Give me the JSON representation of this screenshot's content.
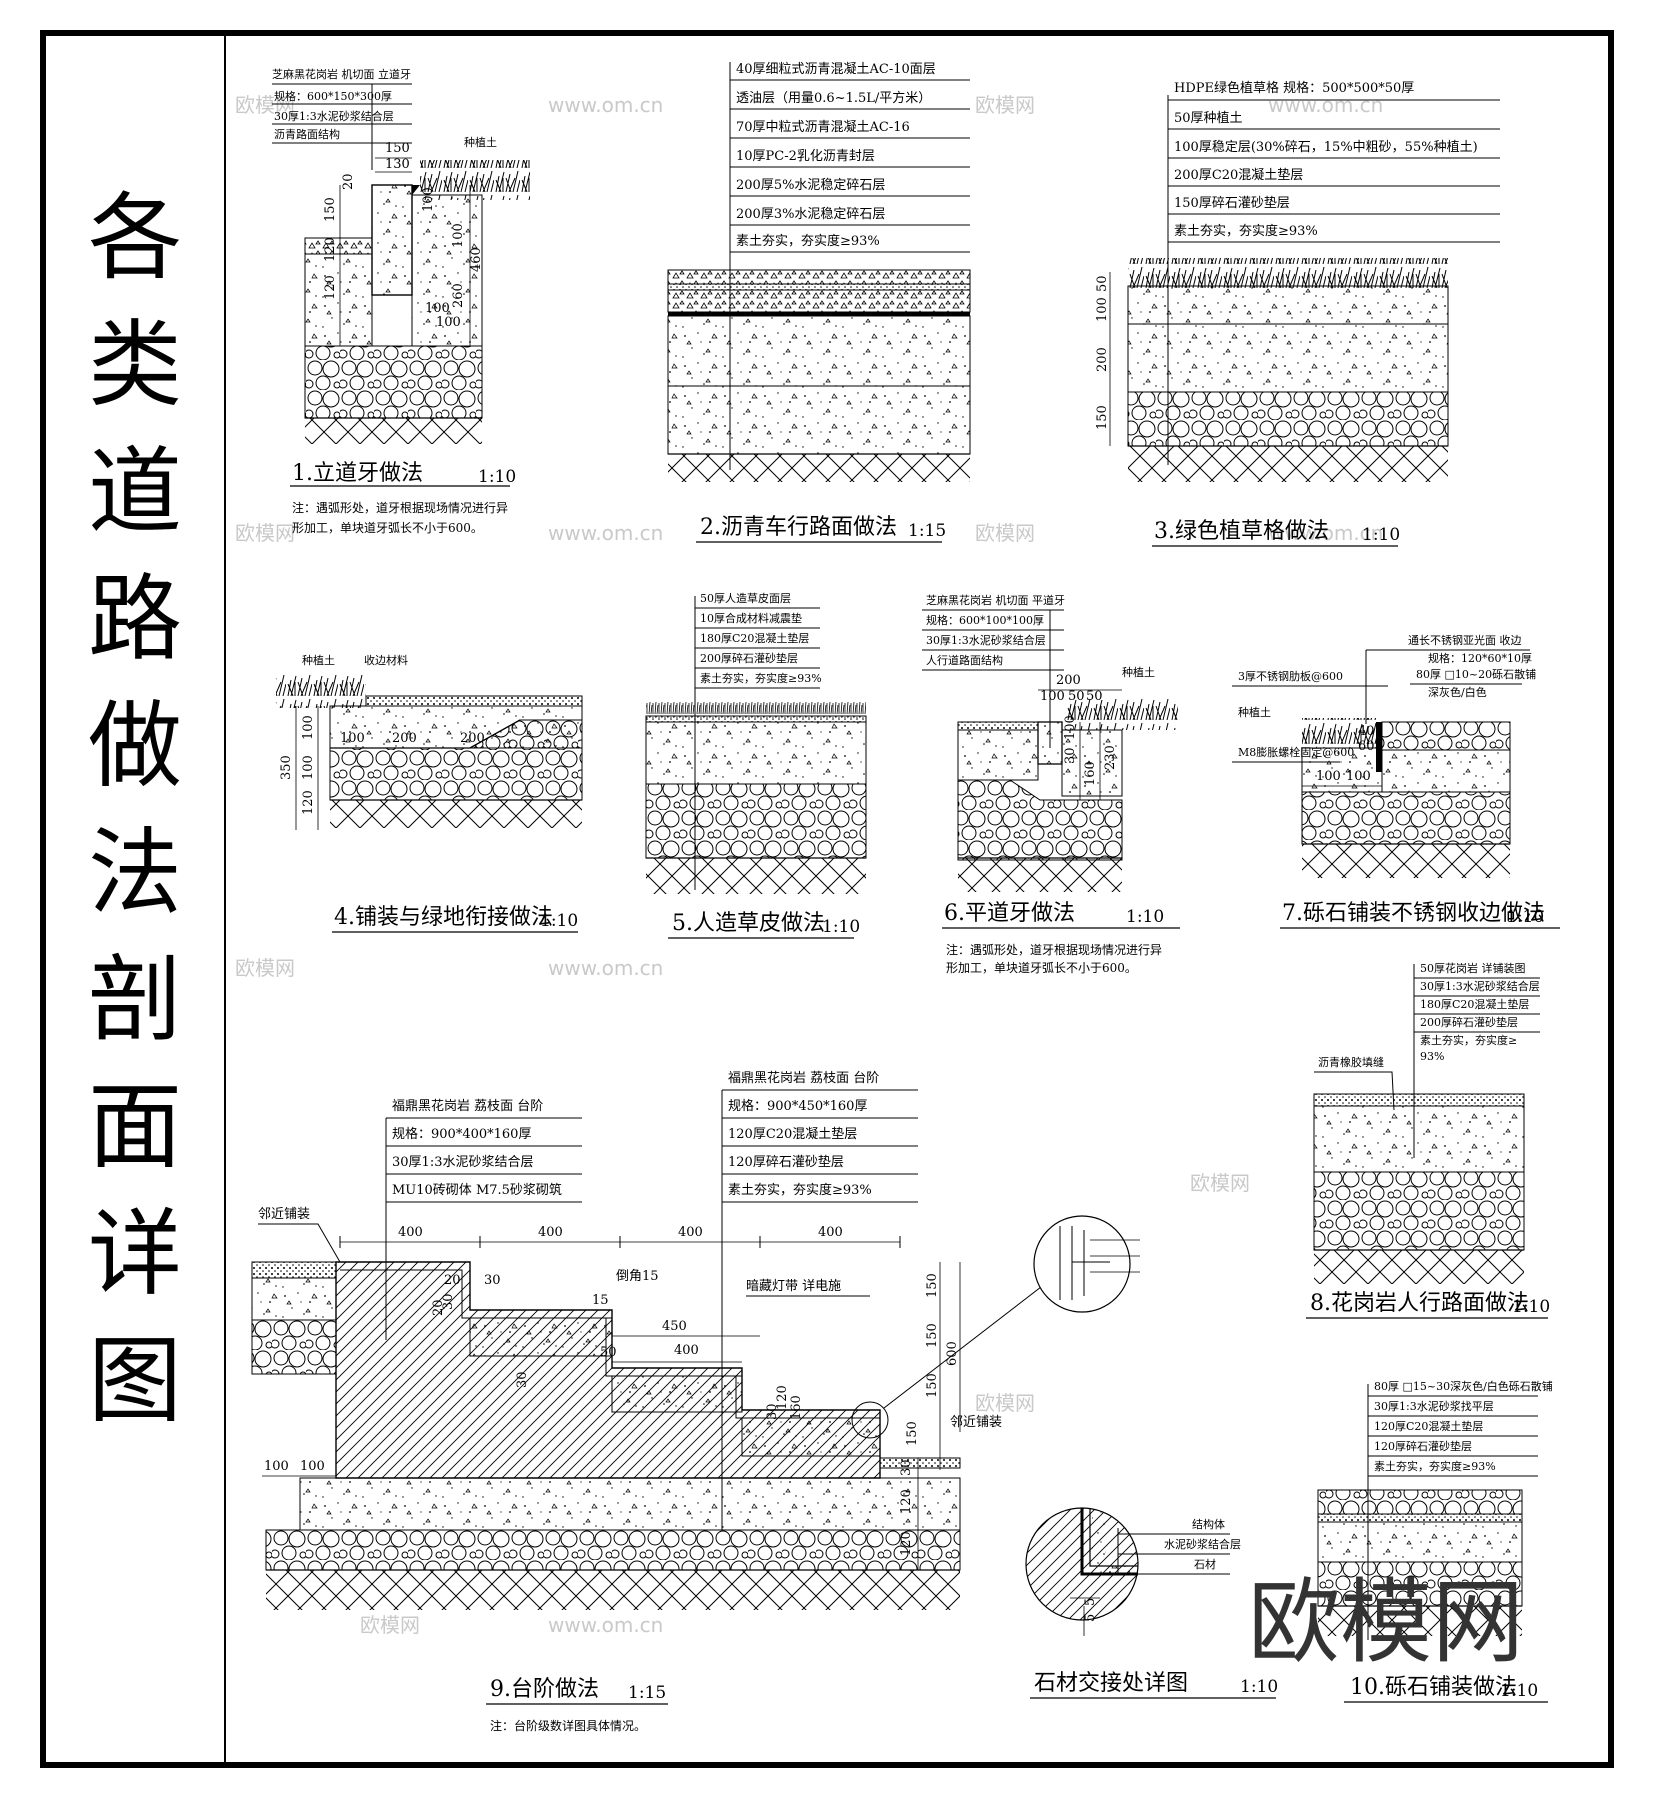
{
  "title": {
    "chars": [
      "各",
      "类",
      "道",
      "路",
      "做",
      "法",
      "剖",
      "面",
      "详",
      "图"
    ]
  },
  "details": {
    "d1": {
      "caption": "1.立道牙做法",
      "scale": "1:10",
      "labels": [
        "芝麻黑花岗岩 机切面 立道牙",
        "规格：600*150*300厚",
        "30厚1:3水泥砂浆结合层",
        "沥青路面结构"
      ],
      "soil_label": "种植土",
      "dims": [
        "150",
        "130",
        "20",
        "150",
        "20",
        "120",
        "120",
        "100",
        "100",
        "460",
        "260",
        "100",
        "100"
      ],
      "note": [
        "注：遇弧形处，道牙根据现场情况进行异",
        "形加工，单块道牙弧长不小于600。"
      ]
    },
    "d2": {
      "caption": "2.沥青车行路面做法",
      "scale": "1:15",
      "labels": [
        "40厚细粒式沥青混凝土AC-10面层",
        "透油层（用量0.6~1.5L/平方米）",
        "70厚中粒式沥青混凝土AC-16",
        "10厚PC-2乳化沥青封层",
        "200厚5%水泥稳定碎石层",
        "200厚3%水泥稳定碎石层",
        "素土夯实，夯实度≥93%"
      ]
    },
    "d3": {
      "caption": "3.绿色植草格做法",
      "scale": "1:10",
      "labels": [
        "HDPE绿色植草格  规格：500*500*50厚",
        "50厚种植土",
        "100厚稳定层(30%碎石，15%中粗砂，55%种植土)",
        "200厚C20混凝土垫层",
        "150厚碎石灌砂垫层",
        "素土夯实，夯实度≥93%"
      ],
      "dims": [
        "50",
        "100",
        "200",
        "150"
      ]
    },
    "d4": {
      "caption": "4.铺装与绿地衔接做法",
      "scale": "1:10",
      "labels": [
        "种植土",
        "收边材料"
      ],
      "dims": [
        "100",
        "200",
        "200",
        "100",
        "100",
        "120",
        "350"
      ]
    },
    "d5": {
      "caption": "5.人造草皮做法",
      "scale": "1:10",
      "labels": [
        "50厚人造草皮面层",
        "10厚合成材料减震垫",
        "180厚C20混凝土垫层",
        "200厚碎石灌砂垫层",
        "素土夯实，夯实度≥93%"
      ]
    },
    "d6": {
      "caption": "6.平道牙做法",
      "scale": "1:10",
      "labels": [
        "芝麻黑花岗岩 机切面 平道牙",
        "规格：600*100*100厚",
        "30厚1:3水泥砂浆结合层",
        "人行道路面结构"
      ],
      "soil_label": "种植土",
      "dims": [
        "200",
        "100",
        "50",
        "50",
        "100",
        "30",
        "160",
        "230"
      ],
      "note": [
        "注：遇弧形处，道牙根据现场情况进行异",
        "形加工，单块道牙弧长不小于600。"
      ]
    },
    "d7": {
      "caption": "7.砾石铺装不锈钢收边做法",
      "scale": "1:10",
      "labels": [
        "通长不锈钢亚光面 收边",
        "规格：120*60*10厚",
        "80厚 □10~20砾石散铺",
        "深灰色/白色",
        "3厚不锈钢肋板@600",
        "种植土",
        "M8膨胀螺栓固定@600"
      ],
      "dims": [
        "40",
        "60",
        "100",
        "100"
      ]
    },
    "d8": {
      "caption": "8.花岗岩人行路面做法",
      "scale": "1:10",
      "labels": [
        "50厚花岗岩 详铺装图",
        "30厚1:3水泥砂浆结合层",
        "180厚C20混凝土垫层",
        "200厚碎石灌砂垫层",
        "素土夯实，夯实度≥",
        "93%",
        "沥青橡胶填缝"
      ]
    },
    "d9": {
      "caption": "9.台阶做法",
      "scale": "1:15",
      "labels_left": [
        "福鼎黑花岗岩 荔枝面 台阶",
        "规格：900*400*160厚",
        "30厚1:3水泥砂浆结合层",
        "MU10砖砌体 M7.5砂浆砌筑"
      ],
      "labels_right": [
        "福鼎黑花岗岩 荔枝面 台阶",
        "规格：900*450*160厚",
        "120厚C20混凝土垫层",
        "120厚碎石灌砂垫层",
        "素土夯实，夯实度≥93%"
      ],
      "neighbor": "邻近铺装",
      "chamfer": "倒角15",
      "light": "暗藏灯带 详电施",
      "dims_top": [
        "400",
        "400",
        "400",
        "400"
      ],
      "dims": [
        "20",
        "30",
        "20",
        "30",
        "15",
        "450",
        "400",
        "50",
        "30",
        "120",
        "160",
        "30",
        "100",
        "100",
        "150",
        "150",
        "150",
        "150",
        "600",
        "30",
        "120",
        "120",
        "30",
        "120",
        "100",
        "100"
      ],
      "note": "注：台阶级数详图具体情况。"
    },
    "joint": {
      "caption": "石材交接处详图",
      "scale": "1:10",
      "labels": [
        "结构体",
        "水泥砂浆结合层",
        "石材"
      ],
      "dims": [
        "5",
        "5"
      ]
    },
    "d10": {
      "caption": "10.砾石铺装做法",
      "scale": "1:10",
      "labels": [
        "80厚 □15~30深灰色/白色砾石散铺",
        "30厚1:3水泥砂浆找平层",
        "120厚C20混凝土垫层",
        "120厚碎石灌砂垫层",
        "素土夯实，夯实度≥93%"
      ]
    }
  },
  "watermark": {
    "small": "欧模网",
    "url": "www.om.cn",
    "big": "欧模网"
  }
}
